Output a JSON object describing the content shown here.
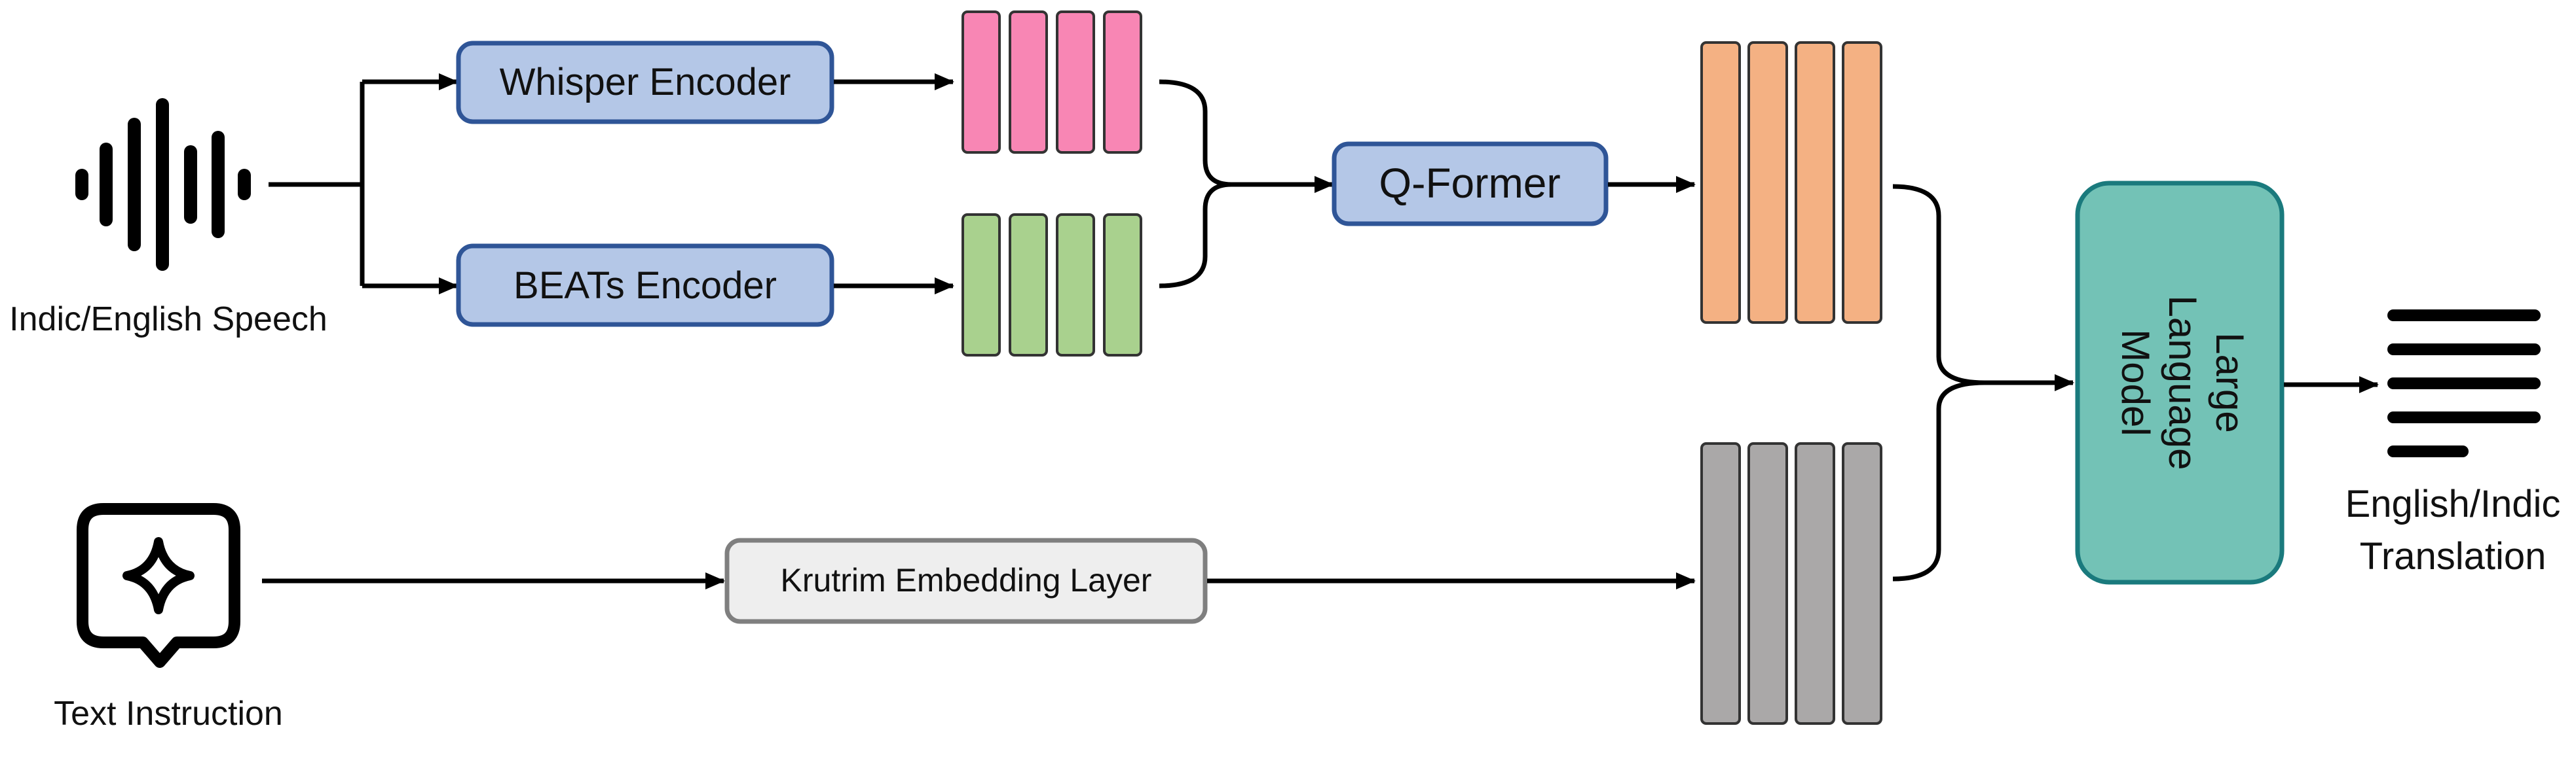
{
  "diagram": {
    "inputs": {
      "speech_label": "Indic/English Speech",
      "text_label": "Text Instruction"
    },
    "blocks": {
      "whisper": "Whisper Encoder",
      "beats": "BEATs Encoder",
      "qformer": "Q-Former",
      "embedding": "Krutrim Embedding Layer",
      "llm_lines": [
        "Large",
        "Language",
        "Model"
      ]
    },
    "output": {
      "line1": "English/Indic",
      "line2": "Translation"
    },
    "colors": {
      "encoder_fill": "#b4c7e7",
      "encoder_stroke": "#2f5597",
      "whisper_features": "#f886b4",
      "beats_features": "#a9d18e",
      "qformer_features": "#f4b183",
      "text_features": "#aaa8a8",
      "embedding_fill": "#eeeeee",
      "embedding_stroke": "#7f7f7f",
      "llm_fill": "#73c2b6",
      "llm_stroke": "#1a7a7d",
      "ink": "#000000"
    }
  }
}
